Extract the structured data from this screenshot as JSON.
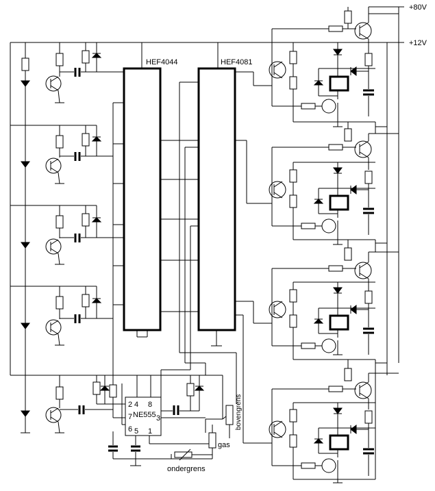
{
  "labels": {
    "rail_80v": "+80V",
    "rail_12v": "+12V",
    "ic1": "HEF4044",
    "ic2": "HEF4081",
    "timer": "NE555",
    "pin2": "2",
    "pin4": "4",
    "pin8": "8",
    "pin7": "7",
    "pin6": "6",
    "pin3": "3",
    "pin5": "5",
    "pin1": "1",
    "upper_limit": "bovengrens",
    "lower_limit": "ondergrens",
    "throttle": "gas"
  }
}
